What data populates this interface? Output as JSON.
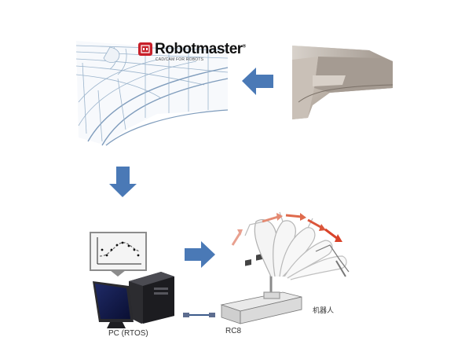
{
  "brand": {
    "name": "Robotmaster",
    "registered": "®",
    "tagline": "CAD/CAM FOR ROBOTS"
  },
  "labels": {
    "pc": "PC (RTOS)",
    "controller": "RC8",
    "robot": "机器人"
  },
  "colors": {
    "arrow_blue": "#4a79b6",
    "motion_arrow_red": "#d9432a",
    "logo_red": "#c8202a"
  },
  "icons": [
    "robotmaster-logo-icon",
    "arrow-left-icon",
    "arrow-down-icon",
    "arrow-right-icon",
    "motion-arrow-icon",
    "chart-icon",
    "cable-icon"
  ]
}
